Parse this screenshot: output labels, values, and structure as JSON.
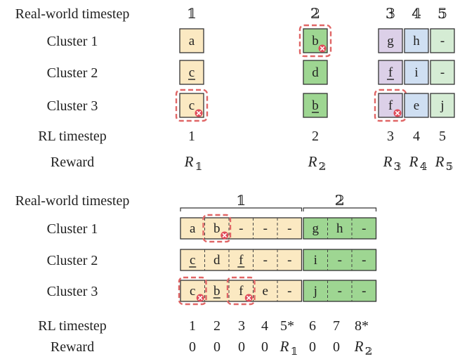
{
  "colors": {
    "yellow": "#fbe9c2",
    "green": "#9ed692",
    "purple": "#dcd0e8",
    "blue": "#cfdff2",
    "pale_green": "#d5ecd4",
    "dashed_red": "#e06666",
    "cross_red": "#e04c5a"
  },
  "icons": {
    "drop_marker": "x-circle-icon"
  },
  "top": {
    "row_labels": [
      "Real-world timestep",
      "Cluster 1",
      "Cluster 2",
      "Cluster 3",
      "RL timestep",
      "Reward"
    ],
    "rw_timesteps": [
      "𝟙",
      "𝟚",
      "𝟛",
      "𝟜",
      "𝟝"
    ],
    "cells": [
      {
        "row": 1,
        "col": 0,
        "text": "a",
        "color": "yellow",
        "underline": false,
        "dashed": false,
        "x": false
      },
      {
        "row": 2,
        "col": 0,
        "text": "c",
        "color": "yellow",
        "underline": true,
        "dashed": false,
        "x": false
      },
      {
        "row": 3,
        "col": 0,
        "text": "c",
        "color": "yellow",
        "underline": false,
        "dashed": true,
        "x": true
      },
      {
        "row": 1,
        "col": 1,
        "text": "b",
        "color": "green",
        "underline": false,
        "dashed": true,
        "x": true
      },
      {
        "row": 2,
        "col": 1,
        "text": "d",
        "color": "green",
        "underline": false,
        "dashed": false,
        "x": false
      },
      {
        "row": 3,
        "col": 1,
        "text": "b",
        "color": "green",
        "underline": true,
        "dashed": false,
        "x": false
      },
      {
        "row": 1,
        "col": 2,
        "text": "g",
        "color": "purple",
        "underline": false,
        "dashed": false,
        "x": false
      },
      {
        "row": 2,
        "col": 2,
        "text": "f",
        "color": "purple",
        "underline": true,
        "dashed": false,
        "x": false
      },
      {
        "row": 3,
        "col": 2,
        "text": "f",
        "color": "purple",
        "underline": false,
        "dashed": true,
        "x": true
      },
      {
        "row": 1,
        "col": 3,
        "text": "h",
        "color": "blue",
        "underline": false,
        "dashed": false,
        "x": false
      },
      {
        "row": 2,
        "col": 3,
        "text": "i",
        "color": "blue",
        "underline": false,
        "dashed": false,
        "x": false
      },
      {
        "row": 3,
        "col": 3,
        "text": "e",
        "color": "blue",
        "underline": false,
        "dashed": false,
        "x": false
      },
      {
        "row": 1,
        "col": 4,
        "text": "-",
        "color": "pale_green",
        "underline": false,
        "dashed": false,
        "x": false
      },
      {
        "row": 2,
        "col": 4,
        "text": "-",
        "color": "pale_green",
        "underline": false,
        "dashed": false,
        "x": false
      },
      {
        "row": 3,
        "col": 4,
        "text": "j",
        "color": "pale_green",
        "underline": false,
        "dashed": false,
        "x": false
      }
    ],
    "rl_timesteps": [
      "1",
      "2",
      "3",
      "4",
      "5"
    ],
    "rewards": [
      {
        "r": "R",
        "sub": "𝟙"
      },
      {
        "r": "R",
        "sub": "𝟚"
      },
      {
        "r": "R",
        "sub": "𝟛"
      },
      {
        "r": "R",
        "sub": "𝟜"
      },
      {
        "r": "R",
        "sub": "𝟝"
      }
    ]
  },
  "bottom": {
    "row_labels": [
      "Real-world timestep",
      "Cluster 1",
      "Cluster 2",
      "Cluster 3",
      "RL timestep",
      "Reward"
    ],
    "rw_timesteps": [
      "𝟙",
      "𝟚"
    ],
    "groups": [
      {
        "color": "yellow",
        "rows": [
          [
            "a",
            "b",
            "-",
            "-",
            "-"
          ],
          [
            "c",
            "d",
            "f",
            "-",
            "-"
          ],
          [
            "c",
            "b",
            "f",
            "e",
            "-"
          ]
        ],
        "underlined": [
          [
            1,
            0
          ],
          [
            1,
            2
          ],
          [
            2,
            1
          ]
        ],
        "dashed_cells": [
          [
            0,
            1
          ],
          [
            2,
            0
          ],
          [
            2,
            2
          ]
        ]
      },
      {
        "color": "green",
        "rows": [
          [
            "g",
            "h",
            "-"
          ],
          [
            "i",
            "-",
            "-"
          ],
          [
            "j",
            "-",
            "-"
          ]
        ],
        "underlined": [],
        "dashed_cells": []
      }
    ],
    "rl_timesteps": [
      "1",
      "2",
      "3",
      "4",
      "5*",
      "6",
      "7",
      "8*"
    ],
    "rewards": [
      {
        "r": "0"
      },
      {
        "r": "0"
      },
      {
        "r": "0"
      },
      {
        "r": "0"
      },
      {
        "r": "R",
        "sub": "𝟙"
      },
      {
        "r": "0"
      },
      {
        "r": "0"
      },
      {
        "r": "R",
        "sub": "𝟚"
      }
    ]
  }
}
